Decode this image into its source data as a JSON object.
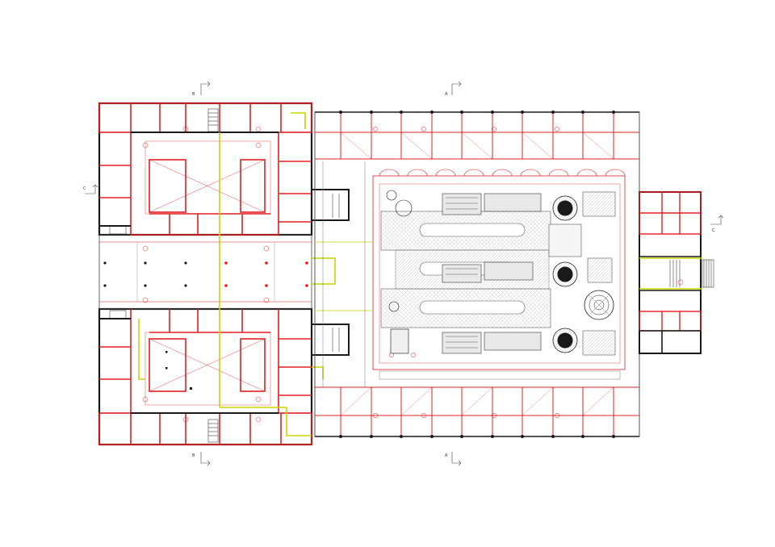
{
  "colors": {
    "background": "#ffffff",
    "wall": "#1a1a1a",
    "partition": "#e02020",
    "accent": "#c8d400",
    "thin": "#777777",
    "hatch": "#cfcfcf"
  },
  "section_markers": [
    {
      "id": "a-top",
      "label": "A"
    },
    {
      "id": "a-bottom",
      "label": "A"
    },
    {
      "id": "b-top",
      "label": "B"
    },
    {
      "id": "b-bottom",
      "label": "B"
    },
    {
      "id": "c-left",
      "label": "C"
    },
    {
      "id": "c-right",
      "label": "C"
    }
  ]
}
